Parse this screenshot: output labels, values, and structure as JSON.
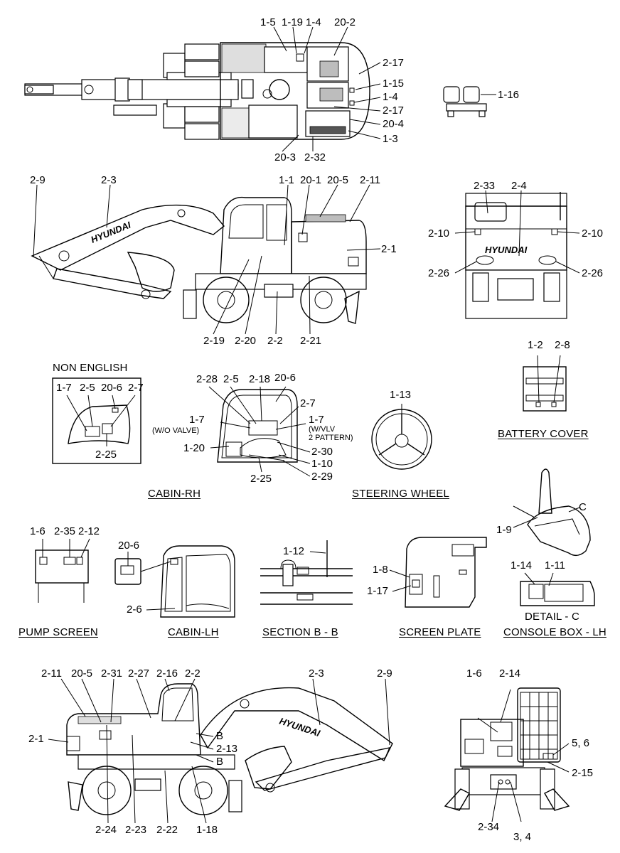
{
  "labels": {
    "l1_5": "1-5",
    "l1_19": "1-19",
    "l1_4a": "1-4",
    "l20_2": "20-2",
    "l2_17a": "2-17",
    "l1_15": "1-15",
    "l1_4b": "1-4",
    "l2_17b": "2-17",
    "l20_4": "20-4",
    "l1_3": "1-3",
    "l20_3": "20-3",
    "l2_32": "2-32",
    "l1_16": "1-16",
    "l2_9a": "2-9",
    "l2_3a": "2-3",
    "l1_1": "1-1",
    "l20_1": "20-1",
    "l20_5a": "20-5",
    "l2_11a": "2-11",
    "l2_1a": "2-1",
    "l2_19": "2-19",
    "l2_20": "2-20",
    "l2_2a": "2-2",
    "l2_21": "2-21",
    "l2_33": "2-33",
    "l2_4": "2-4",
    "l2_10a": "2-10",
    "l2_10b": "2-10",
    "l2_26a": "2-26",
    "l2_26b": "2-26",
    "l1_7a": "1-7",
    "l2_5a": "2-5",
    "l20_6a": "20-6",
    "l2_7a": "2-7",
    "l2_25a": "2-25",
    "l2_28": "2-28",
    "l2_5b": "2-5",
    "l2_18": "2-18",
    "l20_6b": "20-6",
    "l2_7b": "2-7",
    "l1_7b": "1-7",
    "l_wo_valve": "(W/O VALVE)",
    "l1_7c": "1-7",
    "l_wvlv": "(W/VLV",
    "l_2pattern": "2 PATTERN)",
    "l1_20": "1-20",
    "l2_30": "2-30",
    "l1_10": "1-10",
    "l2_29": "2-29",
    "l2_25b": "2-25",
    "l1_13": "1-13",
    "l1_2": "1-2",
    "l2_8": "2-8",
    "lC": "C",
    "l1_9": "1-9",
    "l1_6a": "1-6",
    "l2_35": "2-35",
    "l2_12": "2-12",
    "l20_6c": "20-6",
    "l2_6": "2-6",
    "l1_12": "1-12",
    "l1_8": "1-8",
    "l1_17": "1-17",
    "l1_14": "1-14",
    "l1_11": "1-11",
    "l2_11b": "2-11",
    "l20_5b": "20-5",
    "l2_31": "2-31",
    "l2_27": "2-27",
    "l2_16": "2-16",
    "l2_2b": "2-2",
    "l2_3b": "2-3",
    "l2_9b": "2-9",
    "l2_1b": "2-1",
    "lBa": "B",
    "l2_13": "2-13",
    "lBb": "B",
    "l2_24": "2-24",
    "l2_23": "2-23",
    "l2_22": "2-22",
    "l1_18": "1-18",
    "l1_6b": "1-6",
    "l2_14": "2-14",
    "l5_6": "5, 6",
    "l2_15": "2-15",
    "l2_34": "2-34",
    "l3_4": "3, 4"
  },
  "captions": {
    "non_english": "NON ENGLISH",
    "battery_cover": "BATTERY COVER",
    "cabin_rh": "CABIN-RH",
    "steering_wheel": "STEERING WHEEL",
    "detail_c": "DETAIL - C",
    "pump_screen": "PUMP SCREEN",
    "cabin_lh": "CABIN-LH",
    "section_bb": "SECTION B - B",
    "screen_plate": "SCREEN PLATE",
    "console_box_lh": "CONSOLE BOX - LH"
  },
  "brand": "HYUNDAI"
}
